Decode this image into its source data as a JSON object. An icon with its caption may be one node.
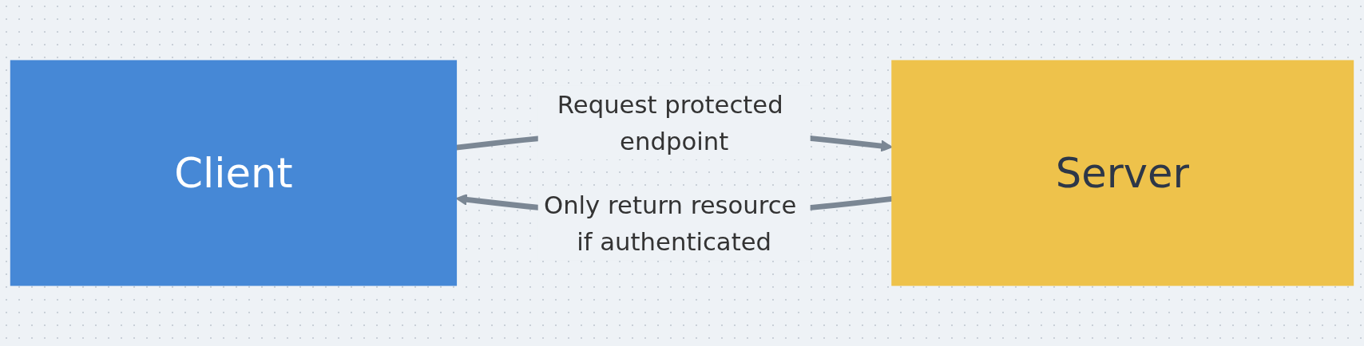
{
  "diagram": {
    "nodes": [
      {
        "text": [
          "Client"
        ]
      },
      {
        "text": [
          "Server"
        ]
      }
    ],
    "edges": [
      {
        "from": 0,
        "to": 1,
        "arrow": "to",
        "label": "Request protected endpoint"
      },
      {
        "from": 1,
        "to": 0,
        "arrow": "to",
        "label": "Only return resource if authenticated"
      }
    ]
  }
}
